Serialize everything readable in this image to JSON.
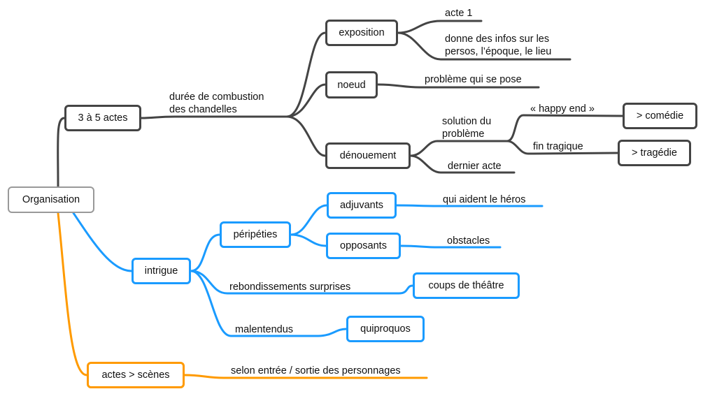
{
  "colors": {
    "dark": "#444444",
    "blue": "#1a9bff",
    "orange": "#ff9a00",
    "root": "#999999"
  },
  "root": "Organisation",
  "branch1": {
    "node": "3 à 5 actes",
    "edge_label_1": "durée de combustion",
    "edge_label_2": "des chandelles",
    "exposition": {
      "node": "exposition",
      "child1": "acte 1",
      "child2_1": "donne des infos sur les",
      "child2_2": "persos, l’époque, le lieu"
    },
    "noeud": {
      "node": "noeud",
      "child1": "problème qui se pose"
    },
    "denouement": {
      "node": "dénouement",
      "child1_1": "solution du",
      "child1_2": "problème",
      "happy": "« happy end »",
      "comedie": "> comédie",
      "tragique": "fin tragique",
      "tragedie": "> tragédie",
      "child2": "dernier acte"
    }
  },
  "branch2": {
    "node": "intrigue",
    "peripeties": {
      "node": "péripéties",
      "adjuvants": "adjuvants",
      "adjuvants_child": "qui aident le héros",
      "opposants": "opposants",
      "opposants_child": "obstacles"
    },
    "rebond": "rebondissements surprises",
    "coups": "coups de théâtre",
    "malentendus": "malentendus",
    "quiproquos": "quiproquos"
  },
  "branch3": {
    "node": "actes > scènes",
    "child": "selon entrée / sortie des personnages"
  }
}
